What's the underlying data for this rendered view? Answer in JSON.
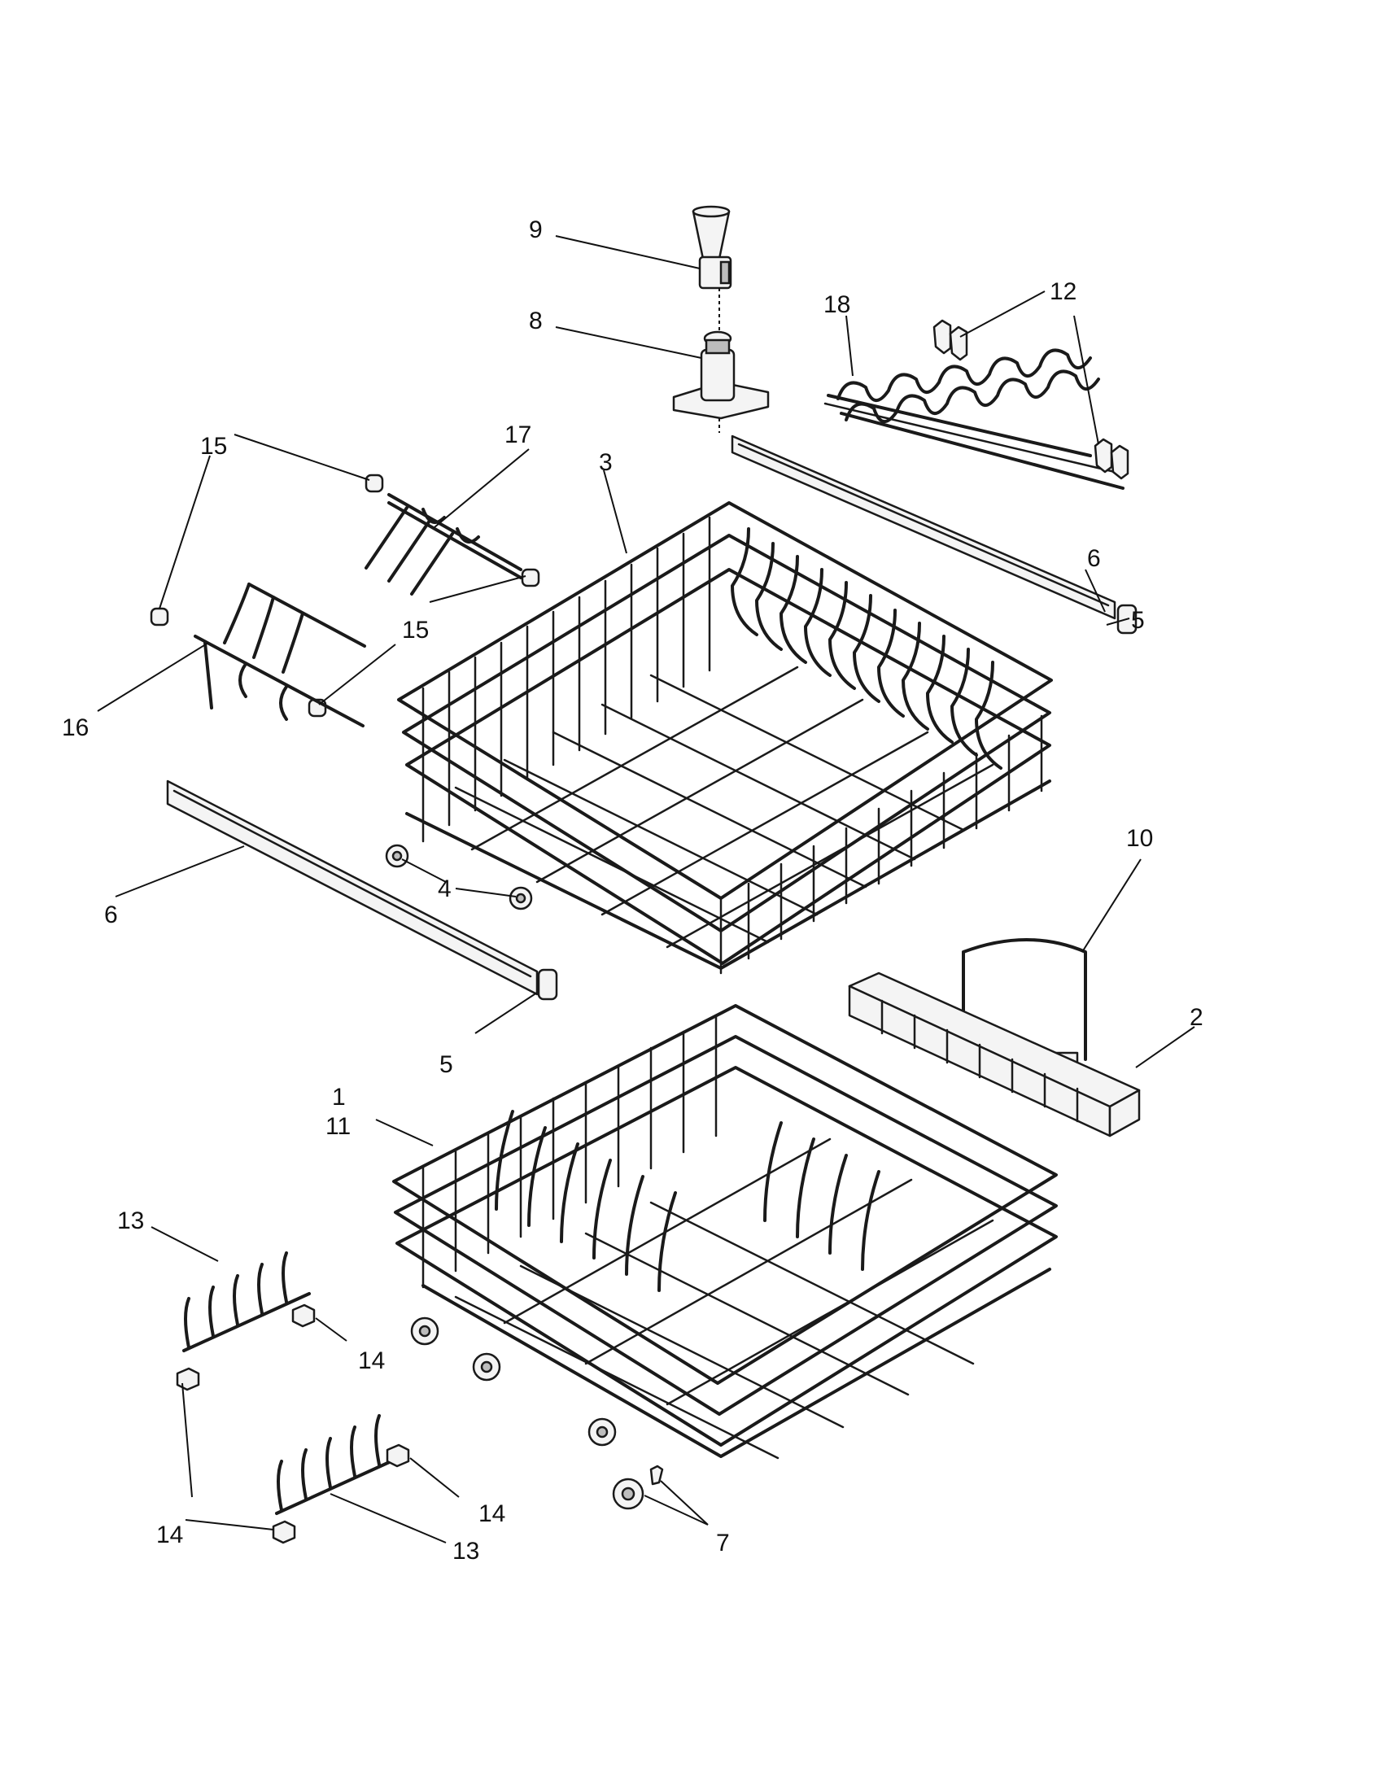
{
  "callouts": [
    {
      "id": "c1",
      "text": "1"
    },
    {
      "id": "c11",
      "text": "11"
    },
    {
      "id": "c2",
      "text": "2"
    },
    {
      "id": "c3",
      "text": "3"
    },
    {
      "id": "c4",
      "text": "4"
    },
    {
      "id": "c5a",
      "text": "5"
    },
    {
      "id": "c5b",
      "text": "5"
    },
    {
      "id": "c6a",
      "text": "6"
    },
    {
      "id": "c6b",
      "text": "6"
    },
    {
      "id": "c7",
      "text": "7"
    },
    {
      "id": "c8",
      "text": "8"
    },
    {
      "id": "c9",
      "text": "9"
    },
    {
      "id": "c10",
      "text": "10"
    },
    {
      "id": "c12",
      "text": "12"
    },
    {
      "id": "c13a",
      "text": "13"
    },
    {
      "id": "c13b",
      "text": "13"
    },
    {
      "id": "c14a",
      "text": "14"
    },
    {
      "id": "c14b",
      "text": "14"
    },
    {
      "id": "c14c",
      "text": "14"
    },
    {
      "id": "c15a",
      "text": "15"
    },
    {
      "id": "c15b",
      "text": "15"
    },
    {
      "id": "c16",
      "text": "16"
    },
    {
      "id": "c17",
      "text": "17"
    },
    {
      "id": "c18",
      "text": "18"
    }
  ]
}
